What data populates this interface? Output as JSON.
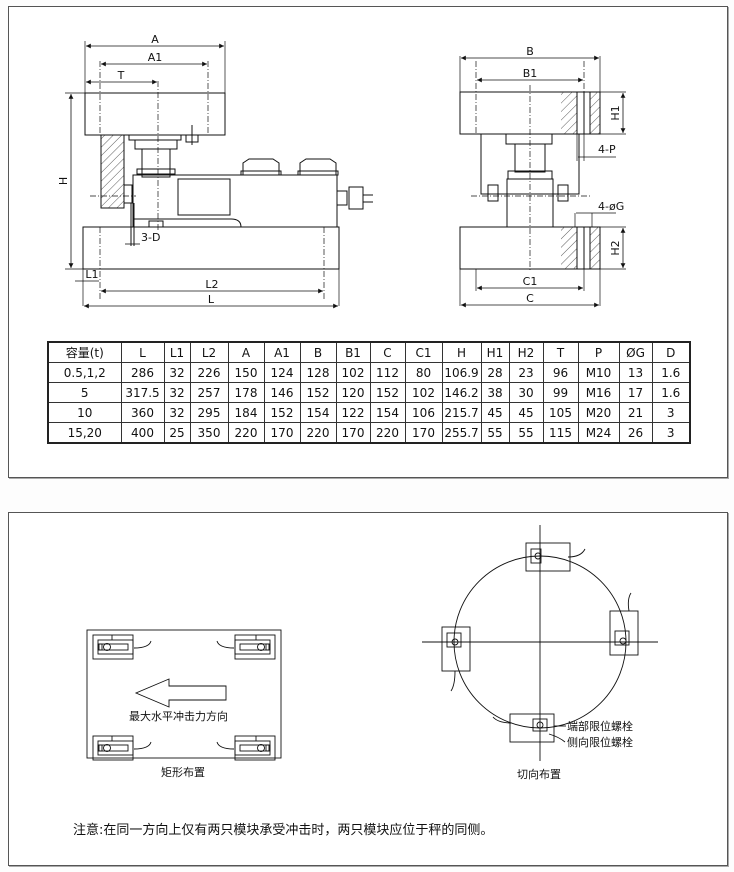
{
  "side_view": {
    "dims": {
      "A": "A",
      "A1": "A1",
      "T": "T",
      "H": "H",
      "D": "3-D",
      "L1": "L1",
      "L2": "L2",
      "L": "L"
    }
  },
  "end_view": {
    "dims": {
      "B": "B",
      "B1": "B1",
      "H1": "H1",
      "P": "4-P",
      "G": "4-øG",
      "H2": "H2",
      "C1": "C1",
      "C": "C"
    }
  },
  "table": {
    "headers": [
      "容量(t)",
      "L",
      "L1",
      "L2",
      "A",
      "A1",
      "B",
      "B1",
      "C",
      "C1",
      "H",
      "H1",
      "H2",
      "T",
      "P",
      "ØG",
      "D"
    ],
    "rows": [
      [
        "0.5,1,2",
        "286",
        "32",
        "226",
        "150",
        "124",
        "128",
        "102",
        "112",
        "80",
        "106.9",
        "28",
        "23",
        "96",
        "M10",
        "13",
        "1.6"
      ],
      [
        "5",
        "317.5",
        "32",
        "257",
        "178",
        "146",
        "152",
        "120",
        "152",
        "102",
        "146.2",
        "38",
        "30",
        "99",
        "M16",
        "17",
        "1.6"
      ],
      [
        "10",
        "360",
        "32",
        "295",
        "184",
        "152",
        "154",
        "122",
        "154",
        "106",
        "215.7",
        "45",
        "45",
        "105",
        "M20",
        "21",
        "3"
      ],
      [
        "15,20",
        "400",
        "25",
        "350",
        "220",
        "170",
        "220",
        "170",
        "220",
        "170",
        "255.7",
        "55",
        "55",
        "115",
        "M24",
        "26",
        "3"
      ]
    ]
  },
  "rect_layout": {
    "arrow_label": "最大水平冲击力方向",
    "caption": "矩形布置"
  },
  "tangent_layout": {
    "end_bolt_label": "端部限位螺栓",
    "side_bolt_label": "侧向限位螺栓",
    "caption": "切向布置"
  },
  "note": "注意:在同一方向上仅有两只模块承受冲击时，两只模块应位于秤的同侧。"
}
